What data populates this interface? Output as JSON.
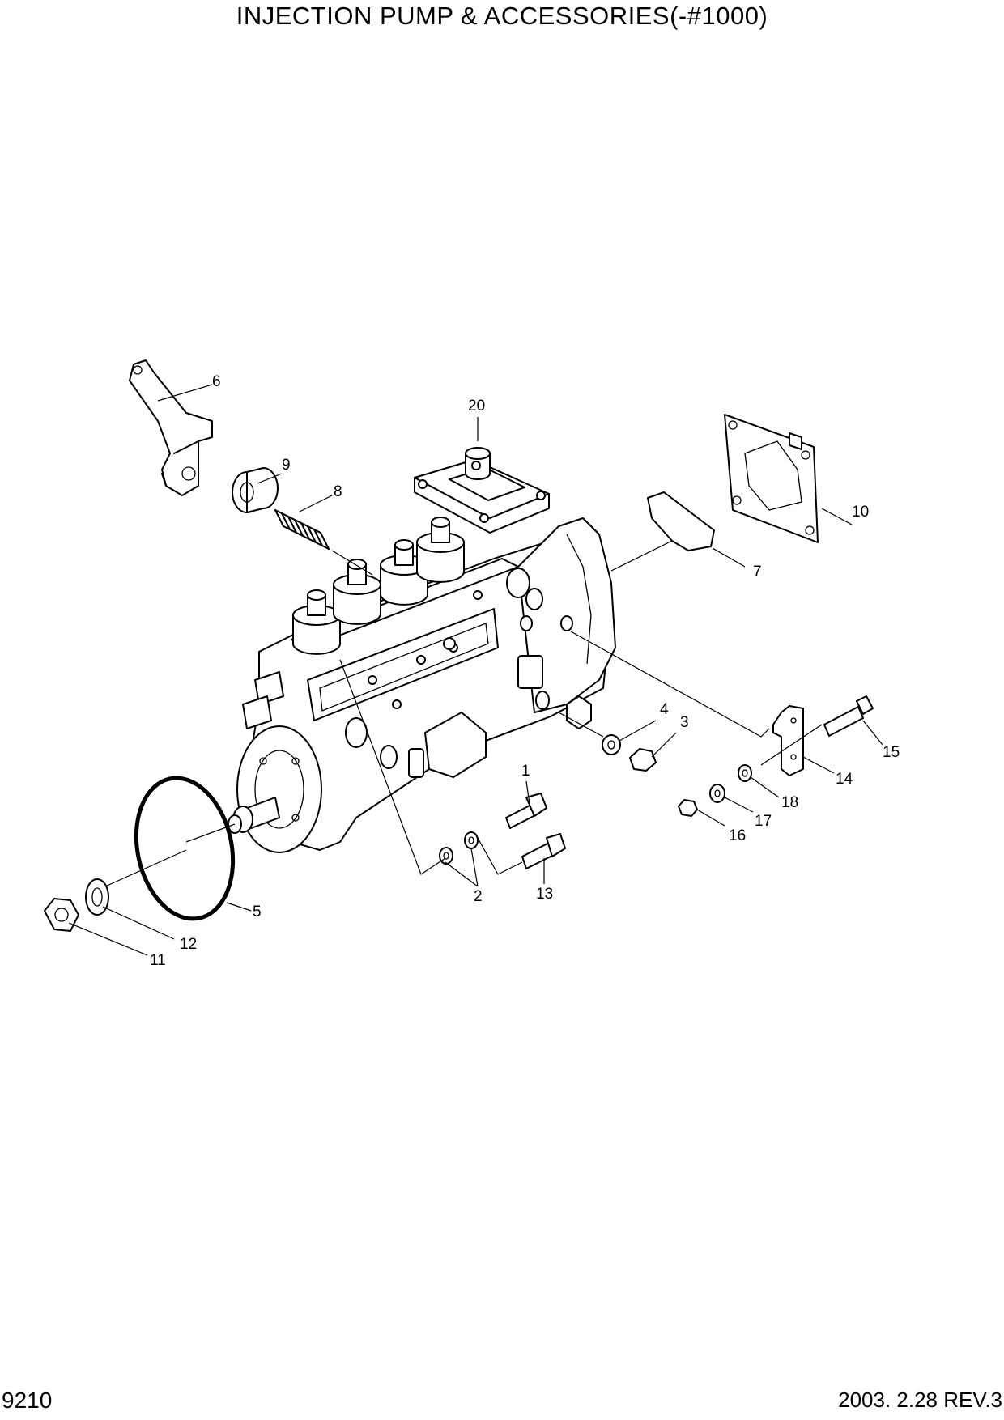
{
  "header": {
    "title": "INJECTION PUMP & ACCESSORIES(-#1000)"
  },
  "footer": {
    "page_number": "9210",
    "revision": "2003. 2.28  REV.3"
  },
  "callouts": {
    "c1": "1",
    "c2": "2",
    "c3": "3",
    "c4": "4",
    "c5": "5",
    "c6": "6",
    "c7": "7",
    "c8": "8",
    "c9": "9",
    "c10": "10",
    "c11": "11",
    "c12": "12",
    "c13": "13",
    "c14": "14",
    "c15": "15",
    "c16": "16",
    "c17": "17",
    "c18": "18",
    "c20": "20"
  }
}
